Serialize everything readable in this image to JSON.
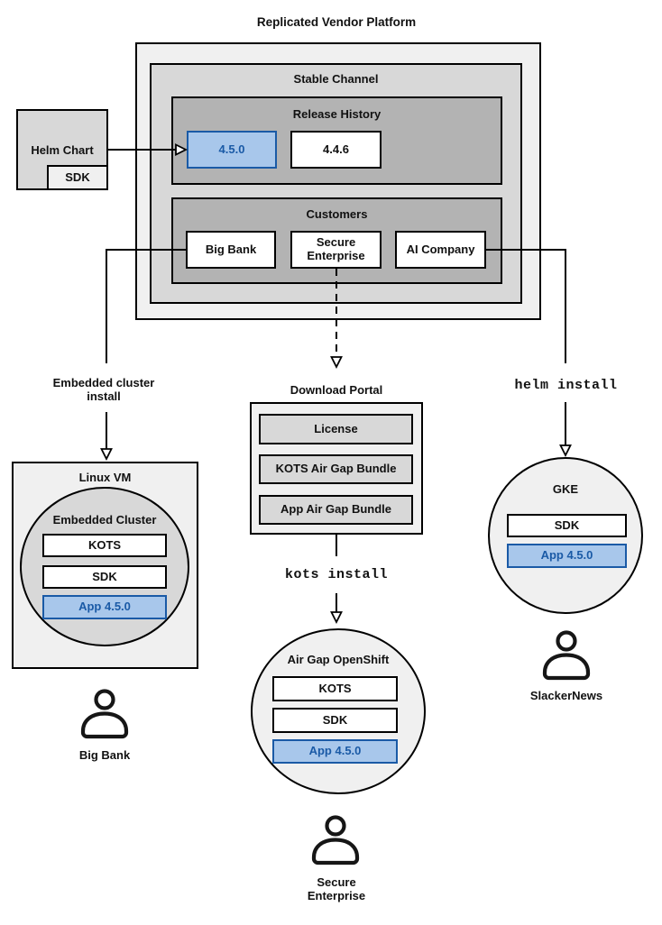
{
  "diagram": {
    "title": "Replicated Vendor Platform",
    "platform": {
      "stable_channel_label": "Stable Channel",
      "release_history": {
        "label": "Release History",
        "releases": [
          {
            "version": "4.5.0",
            "highlighted": true
          },
          {
            "version": "4.4.6",
            "highlighted": false
          }
        ]
      },
      "customers": {
        "label": "Customers",
        "items": [
          {
            "name": "Big Bank"
          },
          {
            "name": "Secure Enterprise"
          },
          {
            "name": "AI Company"
          }
        ]
      }
    },
    "helm_chart": {
      "label": "Helm Chart",
      "sdk_label": "SDK"
    },
    "edges": {
      "embedded_cluster_install": "Embedded cluster install",
      "helm_install": "helm install",
      "kots_install": "kots install"
    },
    "download_portal": {
      "label": "Download Portal",
      "items": [
        {
          "name": "License"
        },
        {
          "name": "KOTS Air Gap Bundle"
        },
        {
          "name": "App Air Gap Bundle"
        }
      ]
    },
    "linux_vm": {
      "label": "Linux VM",
      "embedded_cluster": {
        "label": "Embedded Cluster",
        "components": [
          {
            "name": "KOTS"
          },
          {
            "name": "SDK"
          }
        ],
        "app": "App 4.5.0"
      }
    },
    "air_gap_openshift": {
      "label": "Air Gap OpenShift",
      "components": [
        {
          "name": "KOTS"
        },
        {
          "name": "SDK"
        }
      ],
      "app": "App 4.5.0"
    },
    "gke": {
      "label": "GKE",
      "components": [
        {
          "name": "SDK"
        }
      ],
      "app": "App 4.5.0"
    },
    "users": [
      {
        "name": "Big Bank",
        "icon": "user-icon"
      },
      {
        "name": "Secure Enterprise",
        "icon": "user-icon"
      },
      {
        "name": "SlackerNews",
        "icon": "user-icon"
      }
    ],
    "colors": {
      "highlight_fill": "#a8c7eb",
      "highlight_border": "#1a5aa6",
      "highlight_text": "#1a5aa6",
      "container_light": "#f0f0f0",
      "container_mid": "#d8d8d8",
      "container_dark": "#b3b3b3",
      "line": "#000000"
    }
  }
}
